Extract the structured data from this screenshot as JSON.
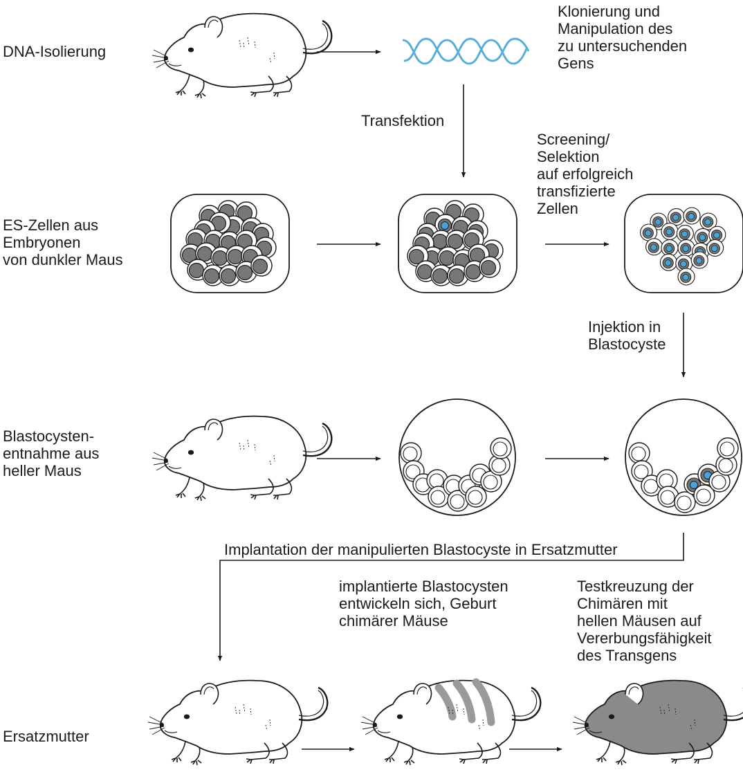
{
  "colors": {
    "line": "#1a1a1a",
    "dark_cell": "#777777",
    "dark_mouse": "#8a8a8a",
    "stripe": "#9a9a9a",
    "dna": "#5aaed6",
    "transgenic_nucleus": "#4aa3d8",
    "background": "#ffffff"
  },
  "icons": [
    "mouse-icon",
    "dna-helix-icon",
    "cell-culture-dish-icon",
    "blastocyst-icon",
    "arrow-icon"
  ],
  "labels": {
    "dna_isolation": [
      "DNA-Isolierung"
    ],
    "cloning": [
      "Klonierung und",
      "Manipulation des",
      "zu untersuchenden",
      "Gens"
    ],
    "transfection": [
      "Transfektion"
    ],
    "screening": [
      "Screening/",
      "Selektion",
      "auf erfolgreich",
      "transfizierte",
      "Zellen"
    ],
    "es_cells": [
      "ES-Zellen aus",
      "Embryonen",
      "von dunkler Maus"
    ],
    "injection": [
      "Injektion in",
      "Blastocyste"
    ],
    "blastocyst_removal": [
      "Blastocysten-",
      "entnahme aus",
      "heller Maus"
    ],
    "implantation": [
      "Implantation der manipulierten Blastocyste in Ersatzmutter"
    ],
    "chimeras": [
      "implantierte Blastocysten",
      "entwickeln sich, Geburt",
      "chimärer Mäuse"
    ],
    "testcross": [
      "Testkreuzung der",
      "Chimären mit",
      "hellen Mäusen auf",
      "Vererbungsfähigkeit",
      "des Transgens"
    ],
    "surrogate": [
      "Ersatzmutter"
    ]
  }
}
